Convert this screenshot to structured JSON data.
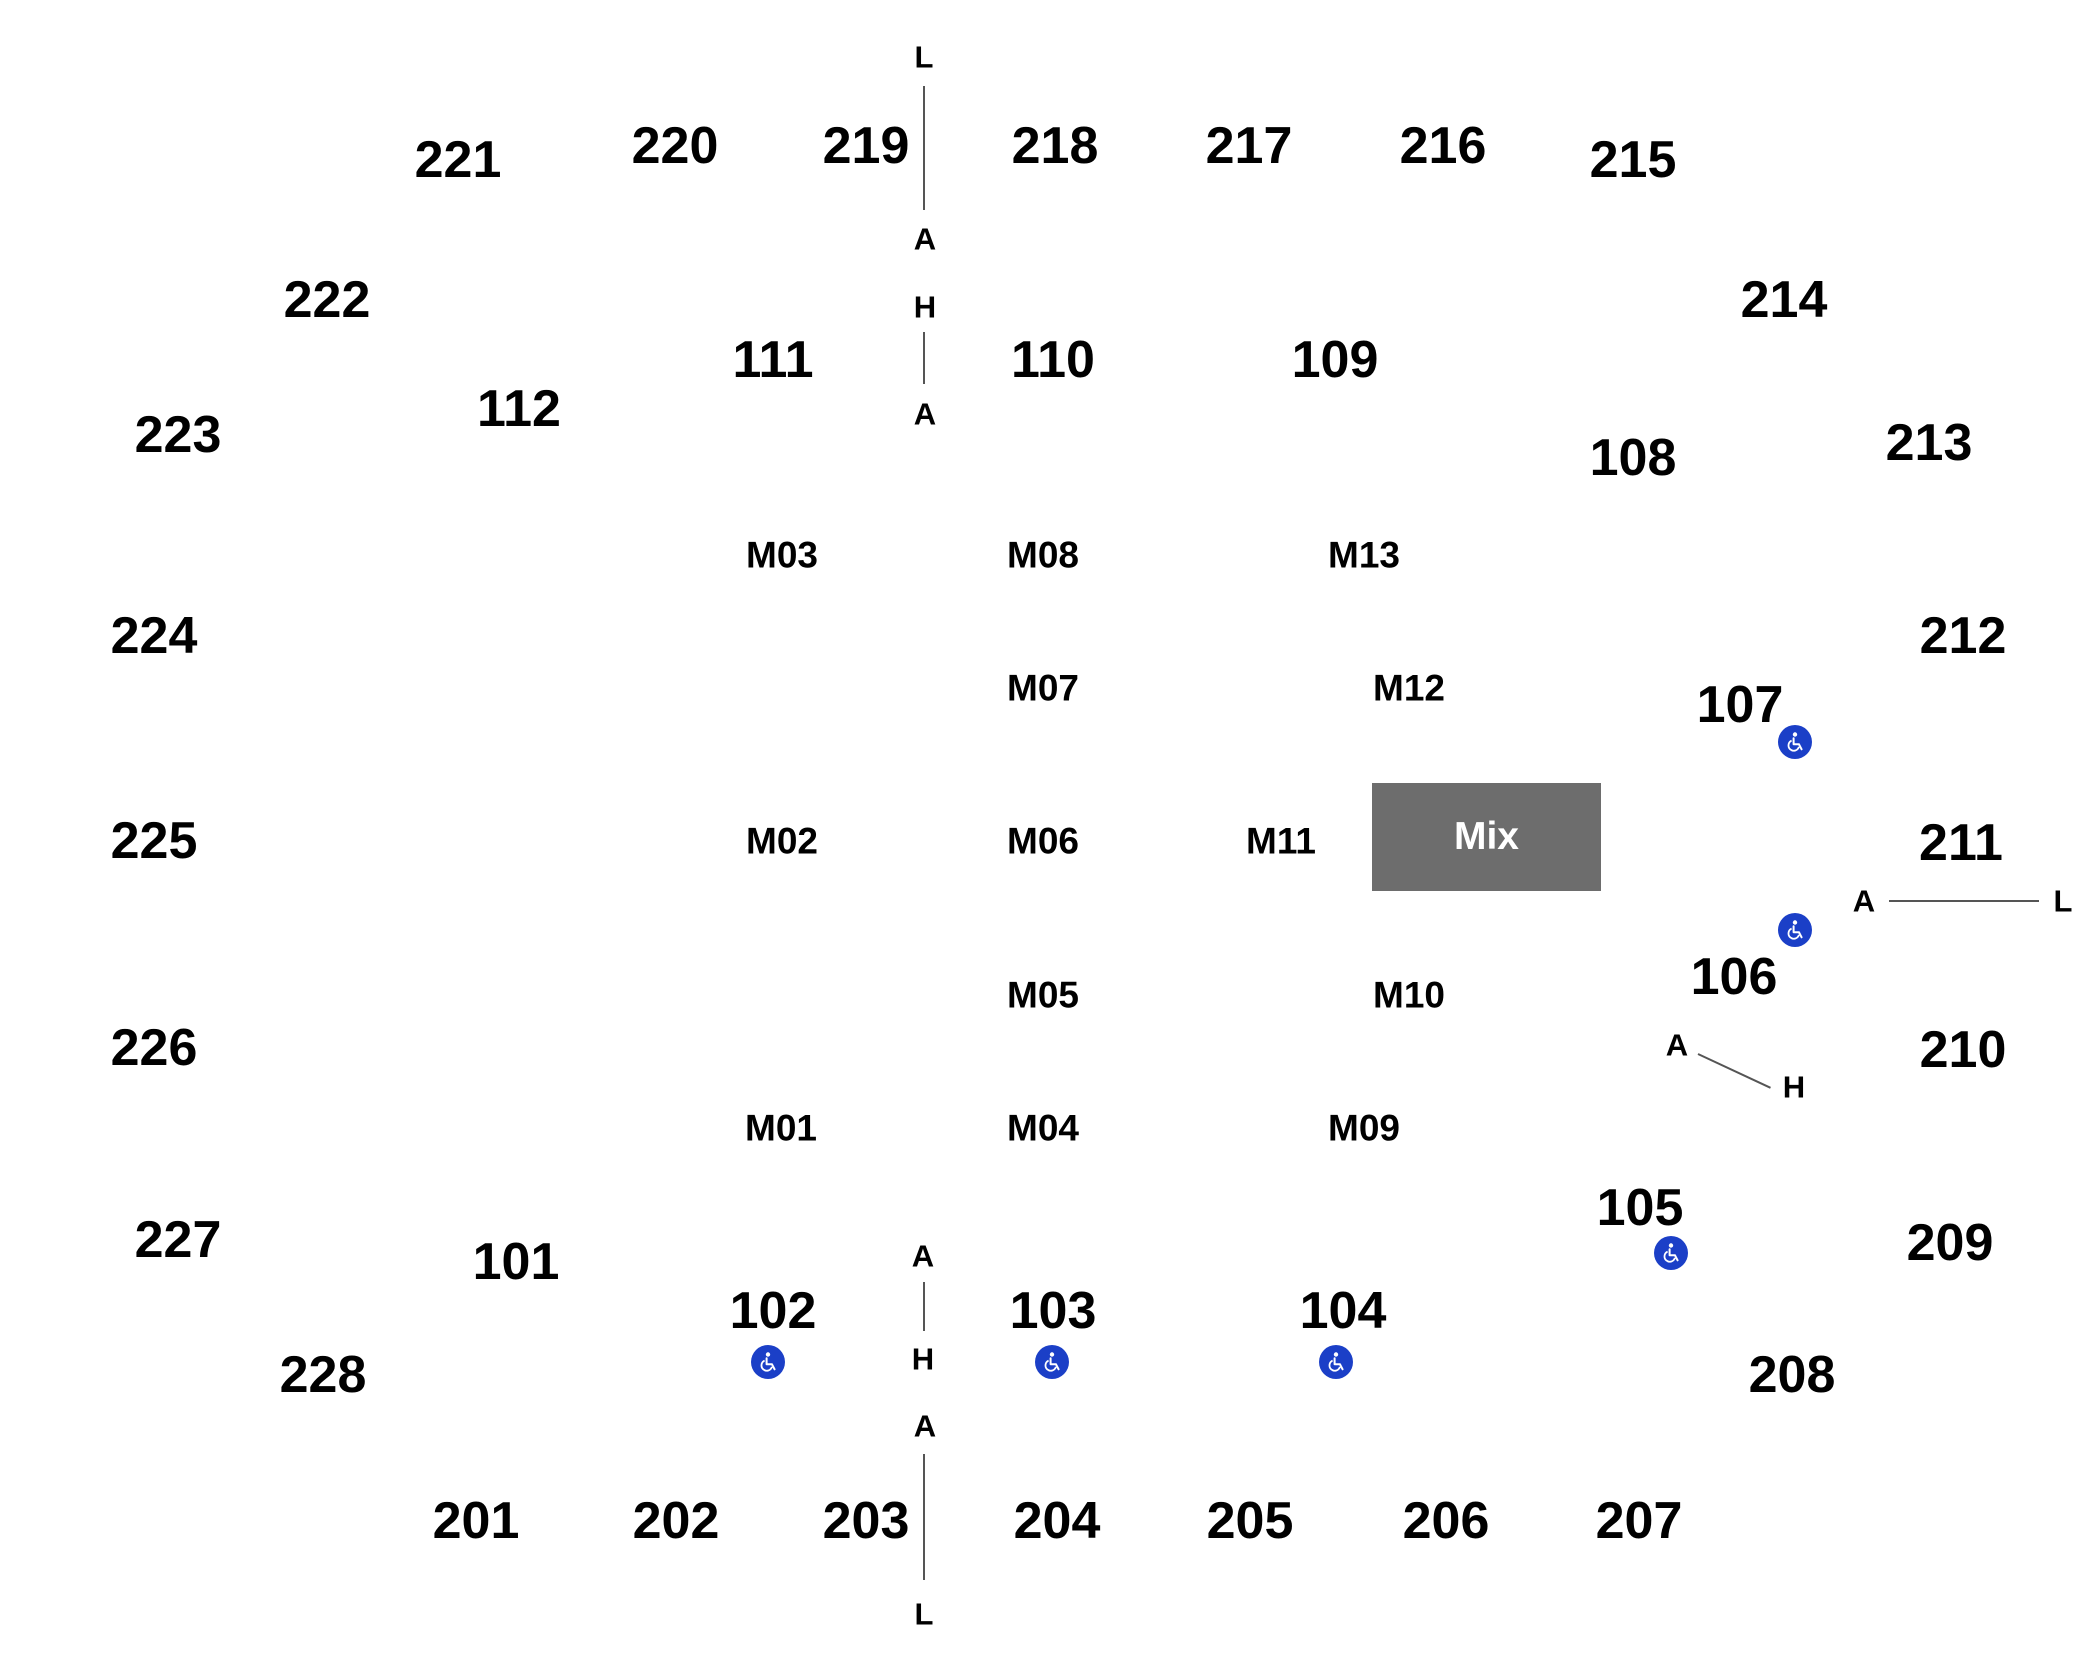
{
  "mix_label": "Mix",
  "colors": {
    "text": "#000000",
    "mix_fill": "#6d6d6d",
    "accessible": "#1b3fc7",
    "divider": "#555555"
  },
  "upper_sections": [
    "201",
    "202",
    "203",
    "204",
    "205",
    "206",
    "207",
    "208",
    "209",
    "210",
    "211",
    "212",
    "213",
    "214",
    "215",
    "216",
    "217",
    "218",
    "219",
    "220",
    "221",
    "222",
    "223",
    "224",
    "225",
    "226",
    "227",
    "228"
  ],
  "lower_sections": [
    "101",
    "102",
    "103",
    "104",
    "105",
    "106",
    "107",
    "108",
    "109",
    "110",
    "111",
    "112"
  ],
  "floor_sections": [
    "M01",
    "M02",
    "M03",
    "M04",
    "M05",
    "M06",
    "M07",
    "M08",
    "M09",
    "M10",
    "M11",
    "M12",
    "M13"
  ],
  "aisle_markers": {
    "top": [
      "L",
      "A",
      "H",
      "A"
    ],
    "bottom": [
      "A",
      "H",
      "A",
      "L"
    ],
    "right": [
      "A",
      "L"
    ],
    "right_diag": [
      "A",
      "H"
    ]
  },
  "accessible_icon": "wheelchair-icon"
}
